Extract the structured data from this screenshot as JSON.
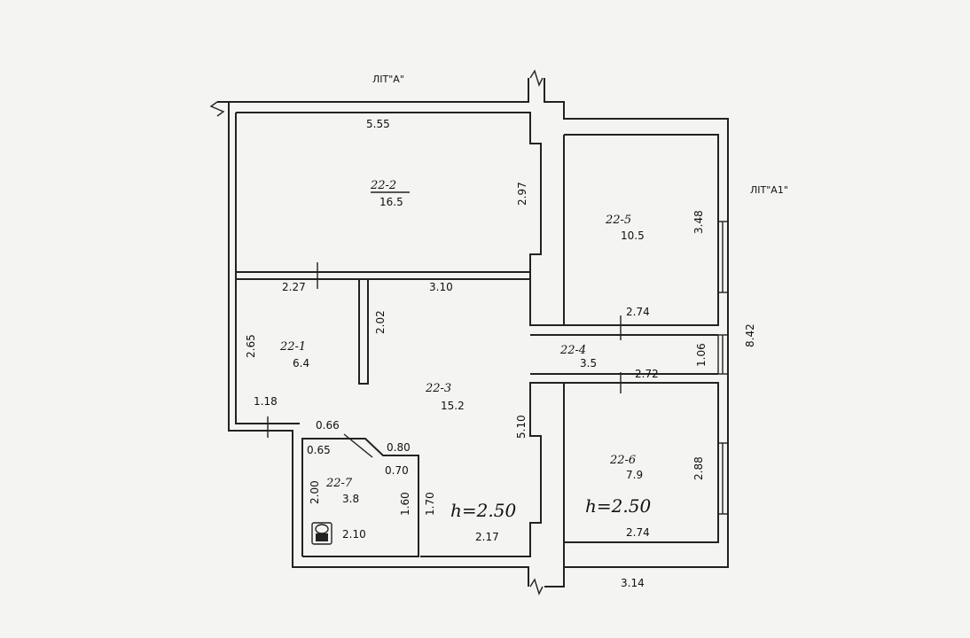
{
  "labels": {
    "lit_a": "ЛIT\"A\"",
    "lit_a1": "ЛIT\"A1\""
  },
  "rooms": [
    {
      "id": "22-2",
      "area": "16.5"
    },
    {
      "id": "22-5",
      "area": "10.5"
    },
    {
      "id": "22-1",
      "area": "6.4"
    },
    {
      "id": "22-3",
      "area": "15.2"
    },
    {
      "id": "22-4",
      "area": "3.5"
    },
    {
      "id": "22-6",
      "area": "7.9"
    },
    {
      "id": "22-7",
      "area": "3.8"
    }
  ],
  "heights": [
    "h=2.50",
    "h=2.50"
  ],
  "dimensions": {
    "top": "5.55",
    "r2_height": "2.97",
    "r5_height": "3.48",
    "r1_w": "2.27",
    "r3_w": "3.10",
    "partition": "2.02",
    "r1_h": "2.65",
    "r4_w": "2.74",
    "r6_w_top": "2.72",
    "r4_h": "1.06",
    "total_right": "8.42",
    "corr_h": "5.10",
    "step": "1.18",
    "d066": "0.66",
    "d080": "0.80",
    "d065": "0.65",
    "d070": "0.70",
    "d200": "2.00",
    "d160": "1.60",
    "d170": "1.70",
    "d210": "2.10",
    "d217": "2.17",
    "r6_h": "2.88",
    "r6_w_bottom": "2.74",
    "bottom": "3.14"
  }
}
